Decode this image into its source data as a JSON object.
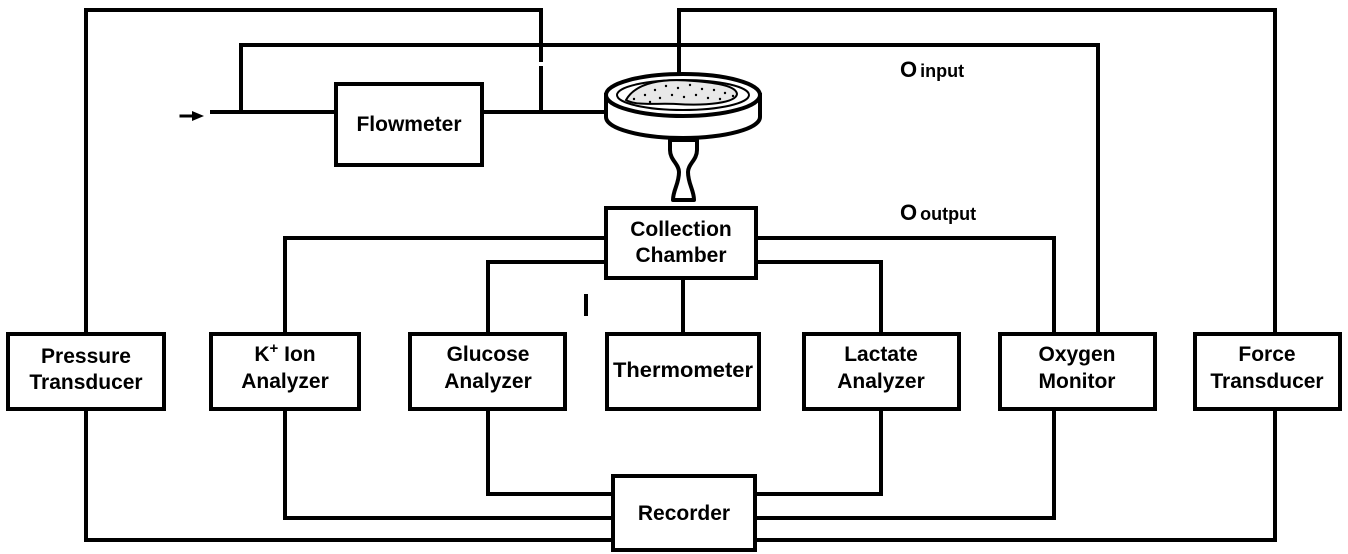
{
  "diagram": {
    "boxes": {
      "flowmeter": "Flowmeter",
      "collection_chamber": [
        "Collection",
        "Chamber"
      ],
      "pressure_transducer": [
        "Pressure",
        "Transducer"
      ],
      "k_ion_analyzer": [
        "K",
        "+",
        " Ion",
        "Analyzer"
      ],
      "glucose_analyzer": [
        "Glucose",
        "Analyzer"
      ],
      "thermometer": "Thermometer",
      "lactate_analyzer": [
        "Lactate",
        "Analyzer"
      ],
      "oxygen_monitor": [
        "Oxygen",
        "Monitor"
      ],
      "force_transducer": [
        "Force",
        "Transducer"
      ],
      "recorder": "Recorder"
    },
    "labels": {
      "o_input": {
        "o": "O",
        "sub": "input"
      },
      "o_output": {
        "o": "O",
        "sub": "output"
      }
    }
  }
}
